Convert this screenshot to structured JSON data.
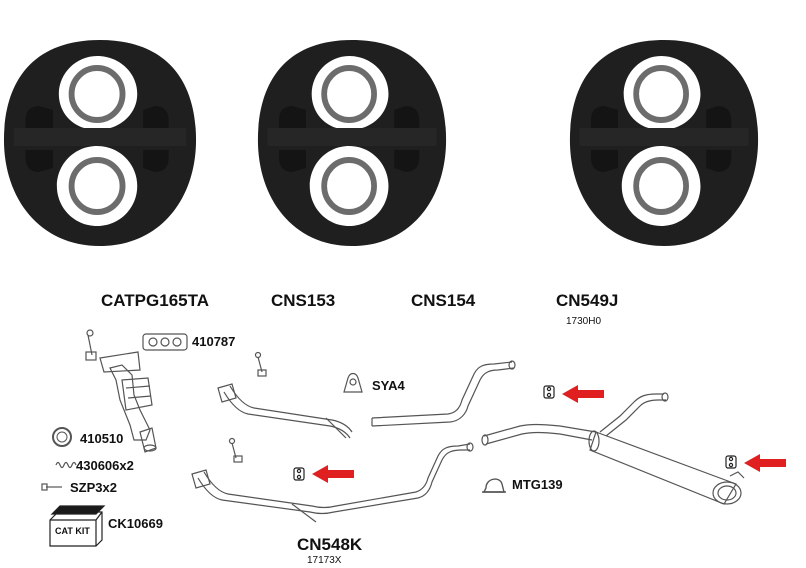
{
  "colors": {
    "rubber": "#1f1f1f",
    "rubber_edge": "#0d0d0d",
    "arrow": "#e02020",
    "line": "#555555",
    "text": "#111111"
  },
  "icons": [
    "hanger-icon",
    "catalytic-converter-icon",
    "gasket-icon",
    "ring-gasket-icon",
    "spring-icon",
    "bolt-icon",
    "cat-kit-box-icon",
    "clamp-icon",
    "mounting-bracket-icon",
    "rubber-mount-icon",
    "red-arrow-icon"
  ],
  "headers": {
    "catpg165ta": "CATPG165TA",
    "cns153": "CNS153",
    "cns154": "CNS154",
    "cn549j": "CN549J",
    "cn549j_sub": "1730H0",
    "cn548k": "CN548K",
    "cn548k_sub": "17173X"
  },
  "parts": {
    "gasket_410787": "410787",
    "ring_410510": "410510",
    "spring_430606": "430606x2",
    "bolt_szp3": "SZP3x2",
    "catkit_box": "CAT KIT",
    "catkit_code": "CK10669",
    "bracket_sya4": "SYA4",
    "clamp_mtg139": "MTG139"
  }
}
